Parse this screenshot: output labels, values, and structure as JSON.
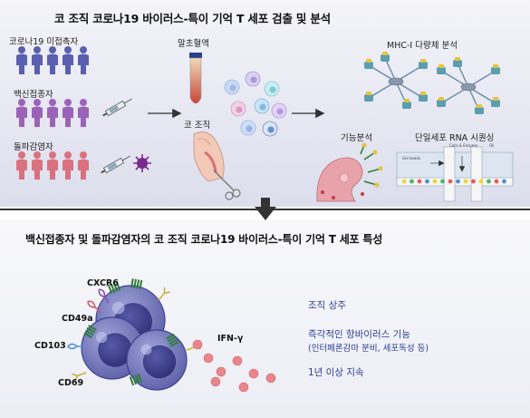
{
  "top_panel": {
    "title": "코 조직 코로나19 바이러스-특이 기억 T 세포 검출 및 분석",
    "groups": [
      {
        "label": "코로나19 미접촉자",
        "color": "#5b5fb0"
      },
      {
        "label": "백신접종자",
        "color": "#9b63b8"
      },
      {
        "label": "돌파감염자",
        "color": "#d9717f"
      }
    ],
    "blood_label": "말초혈액",
    "nasal_label": "코 조직",
    "mhc_label": "MHC-I 다량체 분석",
    "function_label": "기능분석",
    "scrna_label": "단일세포 RNA 시퀀싱",
    "scrna_small": [
      "Cells & Enzyme",
      "Oil",
      "Gel beads"
    ]
  },
  "bottom_panel": {
    "title": "백신접종자 및 돌파감염자의 코 조직 코로나19 바이러스-특이 기억 T 세포 특성",
    "markers": [
      "CXCR6",
      "CD49a",
      "CD103",
      "CD69"
    ],
    "cytokine": "IFN-γ",
    "properties": [
      "조직 상주",
      "즉각적인 항바이러스 기능",
      "(인터페론감마 분비, 세포독성 등)",
      "1년 이상 지속"
    ]
  },
  "colors": {
    "panel_top": "#edeef6",
    "panel_bottom": "#f6f6f9",
    "divider": "#333333",
    "cell": "#7b7fbf",
    "nucleus": "#3b3f86",
    "marker_green": "#2f7d3a",
    "cytokine": "#e9868c"
  }
}
